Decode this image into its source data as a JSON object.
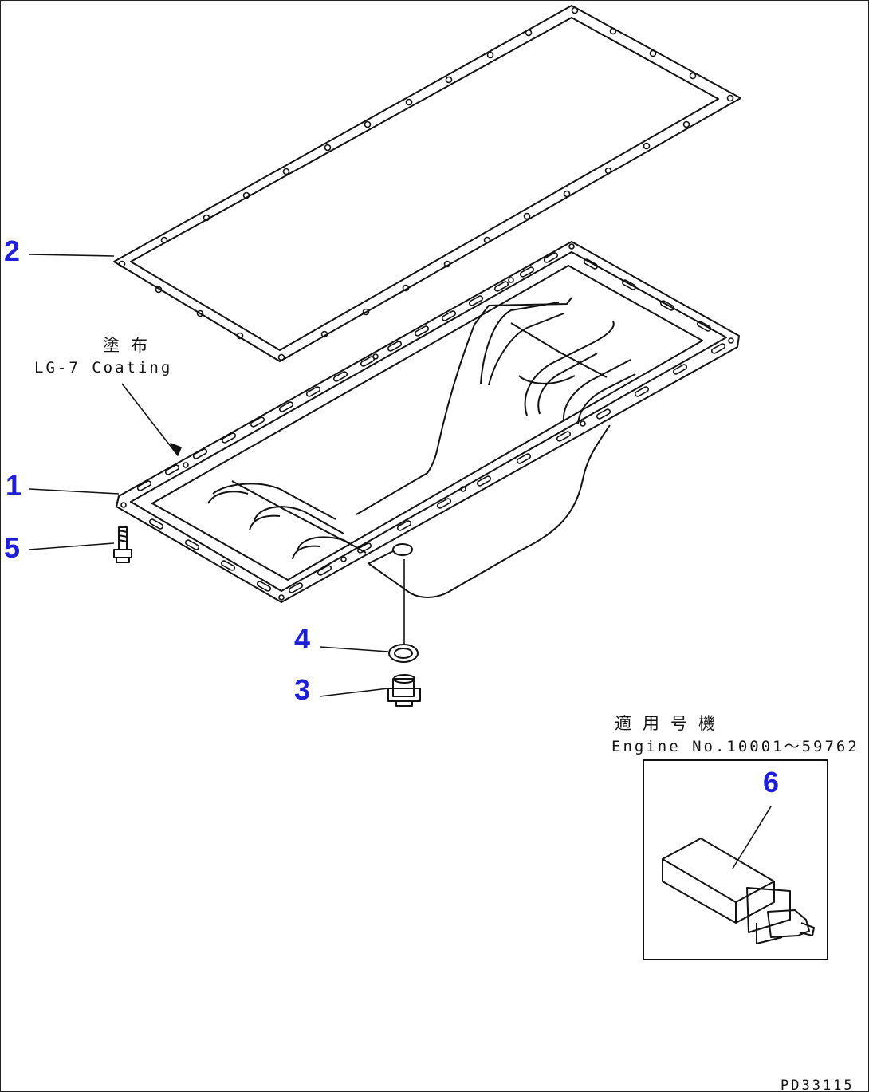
{
  "callouts": {
    "p1": "1",
    "p2": "2",
    "p3": "3",
    "p4": "4",
    "p5": "5",
    "p6": "6"
  },
  "notes": {
    "coating_jp": "塗布",
    "coating_en": "LG-7 Coating",
    "applicable_jp": "適用号機",
    "applicable_en": "Engine No.10001～59762"
  },
  "drawing_code": "PD33115",
  "colors": {
    "callout": "#1f1fd6",
    "line": "#111111"
  }
}
